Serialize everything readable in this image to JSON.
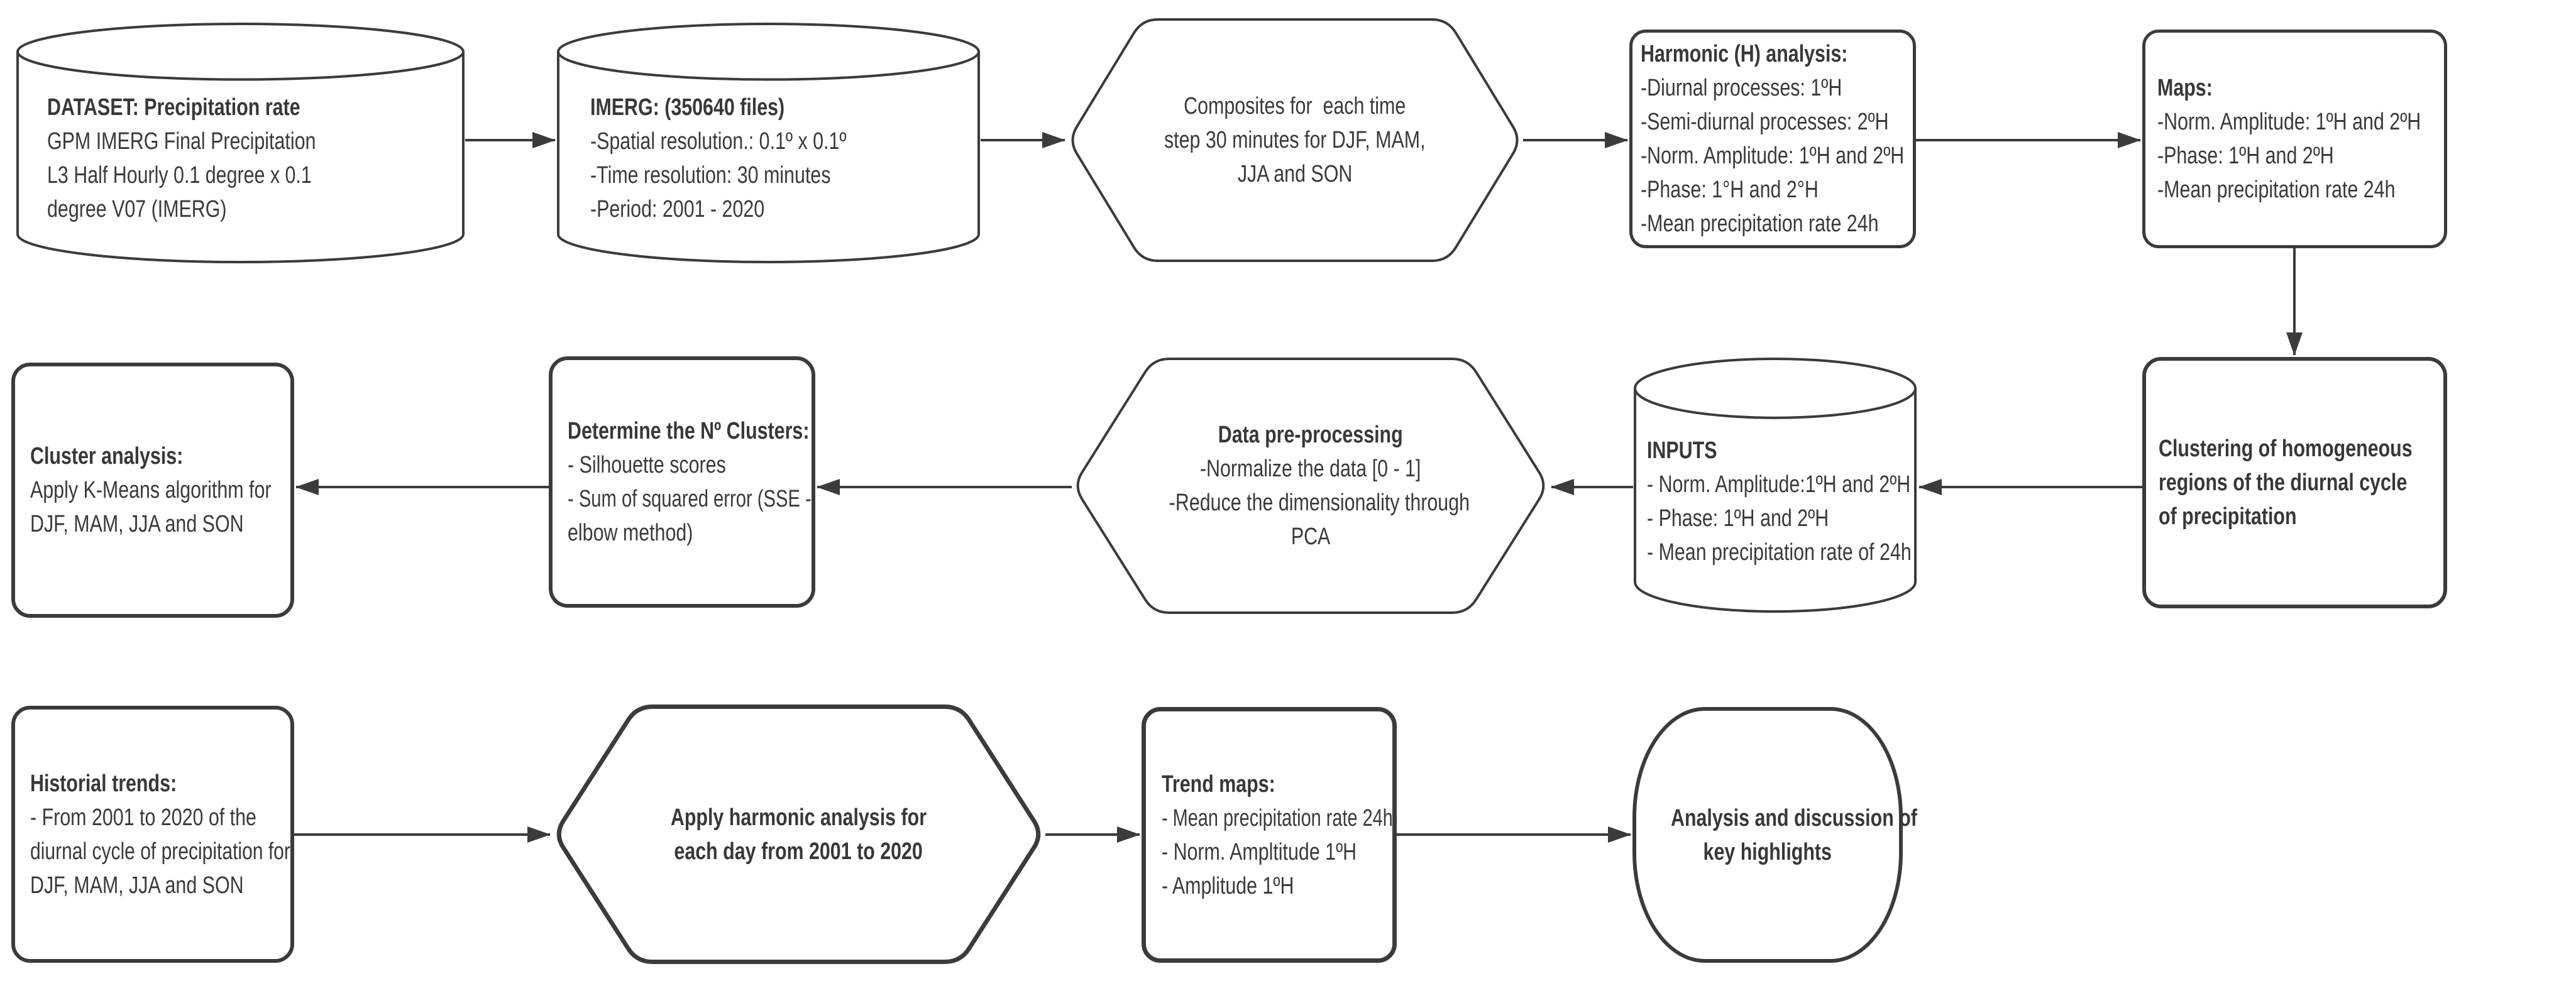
{
  "colors": {
    "stroke": "#3b3b3b",
    "text": "#3a3a3a",
    "arrow": "#3b3b3b",
    "background": "#ffffff"
  },
  "nodes": [
    {
      "id": "dataset",
      "shape": "cylinder",
      "lines": [
        {
          "t": "DATASET: Precipitation rate",
          "b": 1
        },
        {
          "t": "GPM IMERG Final Precipitation",
          "b": 0
        },
        {
          "t": "L3 Half Hourly 0.1 degree x 0.1",
          "b": 0
        },
        {
          "t": "degree V07 (IMERG)",
          "b": 0
        }
      ]
    },
    {
      "id": "imerg",
      "shape": "cylinder",
      "lines": [
        {
          "t": "IMERG: (350640 files)",
          "b": 1
        },
        {
          "t": "-Spatial resolution.: 0.1º x 0.1º",
          "b": 0
        },
        {
          "t": "-Time resolution: 30 minutes",
          "b": 0
        },
        {
          "t": "-Period: 2001 - 2020",
          "b": 0
        }
      ]
    },
    {
      "id": "composites",
      "shape": "hexagon",
      "lines": [
        {
          "t": "Composites for  each time",
          "b": 0
        },
        {
          "t": "step 30 minutes for DJF, MAM,",
          "b": 0
        },
        {
          "t": "JJA and SON",
          "b": 0
        }
      ]
    },
    {
      "id": "harmonic-analysis",
      "shape": "rect",
      "lines": [
        {
          "t": "Harmonic (H) analysis:",
          "b": 1
        },
        {
          "t": "-Diurnal processes: 1ºH",
          "b": 0
        },
        {
          "t": "-Semi-diurnal processes: 2ºH",
          "b": 0
        },
        {
          "t": "-Norm. Amplitude: 1ºH and 2ºH",
          "b": 0
        },
        {
          "t": "-Phase: 1°H and 2°H",
          "b": 0
        },
        {
          "t": "-Mean precipitation rate 24h",
          "b": 0
        }
      ]
    },
    {
      "id": "maps",
      "shape": "rect",
      "lines": [
        {
          "t": "Maps:",
          "b": 1
        },
        {
          "t": "-Norm. Amplitude: 1ºH and 2ºH",
          "b": 0
        },
        {
          "t": "-Phase: 1ºH and 2ºH",
          "b": 0
        },
        {
          "t": "-Mean precipitation rate 24h",
          "b": 0
        }
      ]
    },
    {
      "id": "clustering",
      "shape": "rect",
      "lines": [
        {
          "t": "Clustering of homogeneous",
          "b": 1
        },
        {
          "t": "regions of the diurnal cycle",
          "b": 1
        },
        {
          "t": "of precipitation",
          "b": 1
        }
      ]
    },
    {
      "id": "inputs",
      "shape": "cylinder",
      "lines": [
        {
          "t": "INPUTS",
          "b": 1
        },
        {
          "t": "- Norm. Amplitude:1ºH and 2ºH",
          "b": 0
        },
        {
          "t": "- Phase: 1ºH and 2ºH",
          "b": 0
        },
        {
          "t": "- Mean precipitation rate of 24h",
          "b": 0
        }
      ]
    },
    {
      "id": "data-preprocessing",
      "shape": "hexagon",
      "lines": [
        {
          "t": "Data pre-processing",
          "b": 1
        },
        {
          "t": "-Normalize the data [0 - 1]",
          "b": 0
        },
        {
          "t": "-Reduce the dimensionality through",
          "b": 0
        },
        {
          "t": "PCA",
          "b": 0
        }
      ]
    },
    {
      "id": "determine-clusters",
      "shape": "rect",
      "lines": [
        {
          "t": "Determine the Nº Clusters:",
          "b": 1
        },
        {
          "t": "- Silhouette scores",
          "b": 0
        },
        {
          "t": "- Sum of squared error (SSE -",
          "b": 0
        },
        {
          "t": "elbow method)",
          "b": 0
        }
      ]
    },
    {
      "id": "cluster-analysis",
      "shape": "rect",
      "lines": [
        {
          "t": "Cluster analysis:",
          "b": 1
        },
        {
          "t": "Apply K-Means algorithm for",
          "b": 0
        },
        {
          "t": "DJF, MAM, JJA and SON",
          "b": 0
        }
      ]
    },
    {
      "id": "historical-trends",
      "shape": "rect",
      "lines": [
        {
          "t": "Historial trends:",
          "b": 1
        },
        {
          "t": "- From 2001 to 2020 of the",
          "b": 0
        },
        {
          "t": "diurnal cycle of precipitation for",
          "b": 0
        },
        {
          "t": "DJF, MAM, JJA and SON",
          "b": 0
        }
      ]
    },
    {
      "id": "apply-harmonic",
      "shape": "hexagon",
      "lines": [
        {
          "t": "Apply harmonic analysis for",
          "b": 1
        },
        {
          "t": "each day from 2001 to 2020",
          "b": 1
        }
      ]
    },
    {
      "id": "trend-maps",
      "shape": "rect",
      "lines": [
        {
          "t": "Trend maps:",
          "b": 1
        },
        {
          "t": "- Mean precipitation rate 24h",
          "b": 0
        },
        {
          "t": "- Norm. Ampltitude 1ºH",
          "b": 0
        },
        {
          "t": "- Amplitude 1ºH",
          "b": 0
        }
      ]
    },
    {
      "id": "analysis-discussion",
      "shape": "stadium",
      "lines": [
        {
          "t": "Analysis and discussion of",
          "b": 1
        },
        {
          "t": "key highlights",
          "b": 1
        }
      ]
    }
  ],
  "edges": [
    {
      "from": "dataset",
      "to": "imerg"
    },
    {
      "from": "imerg",
      "to": "composites"
    },
    {
      "from": "composites",
      "to": "harmonic-analysis"
    },
    {
      "from": "harmonic-analysis",
      "to": "maps"
    },
    {
      "from": "maps",
      "to": "clustering"
    },
    {
      "from": "clustering",
      "to": "inputs"
    },
    {
      "from": "inputs",
      "to": "data-preprocessing"
    },
    {
      "from": "data-preprocessing",
      "to": "determine-clusters"
    },
    {
      "from": "determine-clusters",
      "to": "cluster-analysis"
    },
    {
      "from": "historical-trends",
      "to": "apply-harmonic"
    },
    {
      "from": "apply-harmonic",
      "to": "trend-maps"
    },
    {
      "from": "trend-maps",
      "to": "analysis-discussion"
    }
  ]
}
